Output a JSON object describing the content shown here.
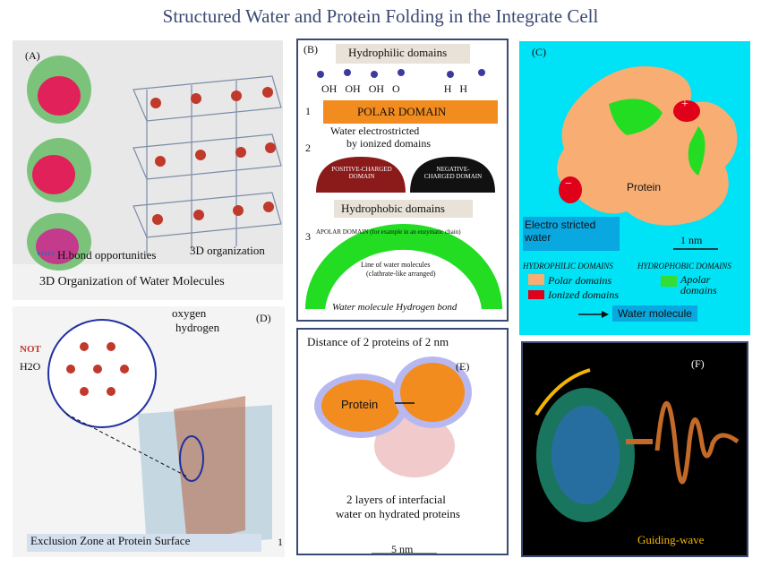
{
  "title": "Structured Water and Protein Folding in the Integrate Cell",
  "panelA": {
    "label": "(A)",
    "legend_hbond": "H.bond opportunities",
    "org3d": "3D organization",
    "caption": "3D Organization of Water Molecules"
  },
  "panelB": {
    "label": "(B)",
    "hydrophilic": "Hydrophilic domains",
    "groups": [
      "OH",
      "OH",
      "OH",
      "O",
      "H",
      "H"
    ],
    "num1": "1",
    "polar": "POLAR DOMAIN",
    "electro1": "Water electrostricted",
    "electro2": "by ionized domains",
    "num2": "2",
    "positive": "POSITIVE-CHARGED DOMAIN",
    "negative": "NEGATIVE-CHARGED DOMAIN",
    "hydrophobic": "Hydrophobic domains",
    "num3": "3",
    "apolar": "APOLAR DOMAIN (for example in an enzymatic chain)",
    "line1": "Line of water molecules",
    "line2": "(clathrate-like arranged)",
    "bottom": "Water molecule Hydrogen bond"
  },
  "panelC": {
    "label": "(C)",
    "plus": "+",
    "minus": "−",
    "protein": "Protein",
    "electro": "Electro stricted water",
    "scale": "1 nm",
    "hydrophilic": "HYDROPHILIC DOMAINS",
    "hydrophobic": "HYDROPHOBIC DOMAINS",
    "polar": "Polar domains",
    "ionized": "Ionized domains",
    "apolar": "Apolar domains",
    "water": "Water molecule"
  },
  "panelD": {
    "label": "(D)",
    "oxygen": "oxygen",
    "hydrogen": "hydrogen",
    "not": "NOT",
    "h2o": "H2O",
    "caption": "Exclusion Zone at Protein Surface",
    "one": "1"
  },
  "panelE": {
    "label": "(E)",
    "top": "Distance of 2 proteins of 2 nm",
    "protein": "Protein",
    "bottom1": "2 layers of interfacial",
    "bottom2": "water on hydrated proteins",
    "scale": "5 nm"
  },
  "panelF": {
    "label": "(F)",
    "guiding": "Guiding-wave"
  },
  "colors": {
    "polar": "#f8ad73",
    "apolar": "#33dd33",
    "ionized": "#e0001a",
    "cyan_bg": "#00e2f5",
    "title": "#3b4a73"
  }
}
